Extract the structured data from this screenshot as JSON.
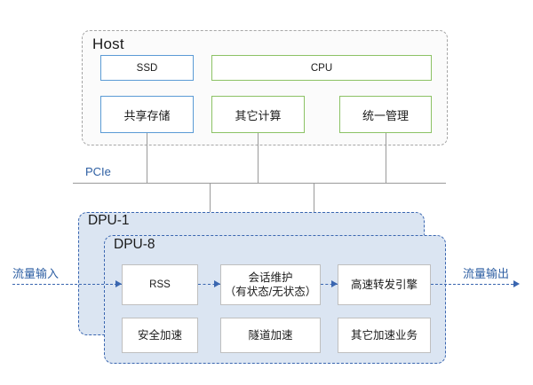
{
  "diagram": {
    "host": {
      "title": "Host",
      "boxes": [
        {
          "label": "SSD",
          "accent": "#5b9bd5"
        },
        {
          "label": "CPU",
          "accent": "#8cc265"
        },
        {
          "label": "共享存储",
          "accent": "#5b9bd5"
        },
        {
          "label": "其它计算",
          "accent": "#8cc265"
        },
        {
          "label": "统一管理",
          "accent": "#8cc265"
        }
      ]
    },
    "bus": {
      "label": "PCIe",
      "color": "#2e5fa3"
    },
    "dpu_outer": {
      "title": "DPU-1"
    },
    "dpu_inner": {
      "title": "DPU-8",
      "top_row": [
        {
          "line1": "RSS",
          "line2": ""
        },
        {
          "line1": "会话维护",
          "line2": "（有状态/无状态）"
        },
        {
          "line1": "高速转发引擎",
          "line2": ""
        }
      ],
      "bottom_row": [
        {
          "label": "安全加速"
        },
        {
          "label": "隧道加速"
        },
        {
          "label": "其它加速业务"
        }
      ]
    },
    "flow": {
      "input_label": "流量输入",
      "output_label": "流量输出",
      "color": "#3a66b0"
    }
  }
}
